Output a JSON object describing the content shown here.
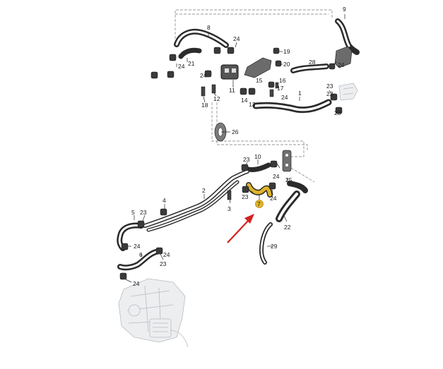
{
  "diagram": {
    "accent_colors": {
      "highlight_part": "#e0b429",
      "arrow": "#d42020",
      "line": "#222222",
      "hose": "#2b2b2b"
    },
    "callouts": [
      "1",
      "2",
      "3",
      "4",
      "5",
      "6",
      "7",
      "8",
      "9",
      "10",
      "11",
      "12",
      "13",
      "14",
      "15",
      "16",
      "17",
      "18",
      "19",
      "20",
      "21",
      "22",
      "23",
      "24",
      "25",
      "26",
      "27",
      "28",
      "29"
    ],
    "highlighted_part_label": "7"
  }
}
